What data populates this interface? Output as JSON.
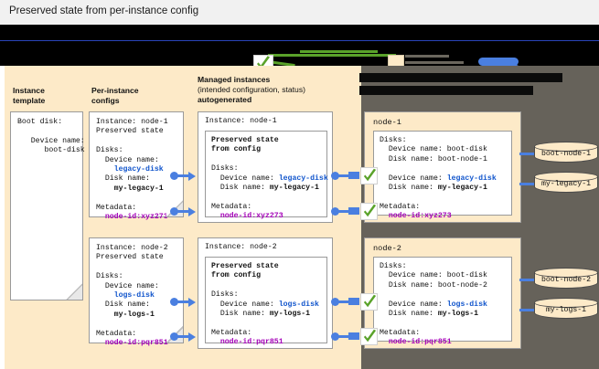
{
  "title": "Preserved state from per-instance config",
  "legend": {
    "check_icon": "green-check-icon",
    "green_line_label": "",
    "yellow_box_label": "",
    "blue_arrow_label": ""
  },
  "columns": {
    "instance_template": {
      "line1": "Instance",
      "line2": "template"
    },
    "per_instance_configs": {
      "line1": "Per-instance",
      "line2": "configs"
    },
    "managed_instances": {
      "line1": "Managed instances",
      "line2": "(intended configuration, status)",
      "line3": "autogenerated"
    }
  },
  "instance_template_card": {
    "l1": "Boot disk:",
    "l2": "",
    "l3": "   Device name:",
    "l4": "      boot-disk"
  },
  "per_instance_configs": [
    {
      "instance": "Instance: node-1",
      "preserved": "Preserved state",
      "disks_label": "Disks:",
      "device_name_label": "  Device name:",
      "device_name_value": "    legacy-disk",
      "disk_name_label": "  Disk name:",
      "disk_name_value": "    my-legacy-1",
      "metadata_label": "Metadata:",
      "metadata_value": "  node-id:xyz273"
    },
    {
      "instance": "Instance: node-2",
      "preserved": "Preserved state",
      "disks_label": "Disks:",
      "device_name_label": "  Device name:",
      "device_name_value": "    logs-disk",
      "disk_name_label": "  Disk name:",
      "disk_name_value": "    my-logs-1",
      "metadata_label": "Metadata:",
      "metadata_value": "  node-id:pqr851"
    }
  ],
  "managed_instances": [
    {
      "instance": "Instance: node-1",
      "preserved_l1": "Preserved state",
      "preserved_l2": "from config",
      "disks_label": "Disks:",
      "device_name_label": "  Device name: ",
      "device_name_value": "legacy-disk",
      "disk_name_label": "  Disk name: ",
      "disk_name_value": "my-legacy-1",
      "metadata_label": "Metadata:",
      "metadata_value": "  node-id:xyz273"
    },
    {
      "instance": "Instance: node-2",
      "preserved_l1": "Preserved state",
      "preserved_l2": "from config",
      "disks_label": "Disks:",
      "device_name_label": "  Device name: ",
      "device_name_value": "logs-disk",
      "disk_name_label": "  Disk name: ",
      "disk_name_value": "my-logs-1",
      "metadata_label": "Metadata:",
      "metadata_value": "  node-id:pqr851"
    }
  ],
  "vm_instances": [
    {
      "name": "node-1",
      "disks_label": "Disks:",
      "boot_device_label": "  Device name: boot-disk",
      "boot_disk_label": "  Disk name: boot-node-1",
      "pres_device_label": "  Device name: ",
      "pres_device_value": "legacy-disk",
      "pres_disk_label": "  Disk name: ",
      "pres_disk_value": "my-legacy-1",
      "metadata_label": "Metadata:",
      "metadata_value": "  node-id:xyz273",
      "disks": [
        "boot-node-1",
        "my-legacy-1"
      ]
    },
    {
      "name": "node-2",
      "disks_label": "Disks:",
      "boot_device_label": "  Device name: boot-disk",
      "boot_disk_label": "  Disk name: boot-node-2",
      "pres_device_label": "  Device name: ",
      "pres_device_value": "logs-disk",
      "pres_disk_label": "  Disk name: ",
      "pres_disk_value": "my-logs-1",
      "metadata_label": "Metadata:",
      "metadata_value": "  node-id:pqr851",
      "disks": [
        "boot-node-2",
        "my-logs-1"
      ]
    }
  ],
  "colors": {
    "panel_yellow": "#fdeac8",
    "panel_gray": "#66625a",
    "link_blue": "#1155cc",
    "metadata_purple": "#a400b8",
    "connector_blue": "#4a7fe0",
    "check_green": "#5aa22a",
    "title_bar": "#f1f1f1"
  }
}
